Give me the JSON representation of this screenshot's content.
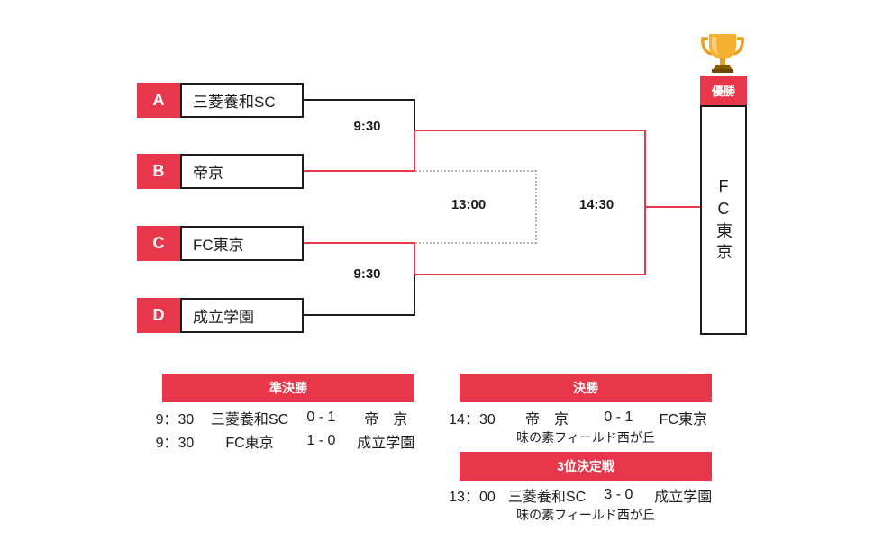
{
  "accent_color": "#e8374a",
  "bracket": {
    "teams": [
      {
        "seed": "A",
        "name": "三菱養和SC"
      },
      {
        "seed": "B",
        "name": "帝京"
      },
      {
        "seed": "C",
        "name": "FC東京"
      },
      {
        "seed": "D",
        "name": "成立学園"
      }
    ],
    "semifinal1_time": "9:30",
    "semifinal2_time": "9:30",
    "third_place_time": "13:00",
    "final_time": "14:30",
    "champion_label": "優勝",
    "champion_name": "FC東京",
    "trophy_icon": "trophy"
  },
  "tables": {
    "semifinals": {
      "title": "準決勝",
      "rows": [
        {
          "time": "9：30",
          "home": "三菱養和SC",
          "score": "0 - 1",
          "away": "帝　京"
        },
        {
          "time": "9：30",
          "home": "FC東京",
          "score": "1 - 0",
          "away": "成立学園"
        }
      ]
    },
    "final": {
      "title": "決勝",
      "rows": [
        {
          "time": "14：30",
          "home": "帝　京",
          "score": "0 - 1",
          "away": "FC東京"
        }
      ],
      "venue": "味の素フィールド西が丘"
    },
    "third_place": {
      "title": "3位決定戦",
      "rows": [
        {
          "time": "13：00",
          "home": "三菱養和SC",
          "score": "3 - 0",
          "away": "成立学園"
        }
      ],
      "venue": "味の素フィールド西が丘"
    }
  }
}
